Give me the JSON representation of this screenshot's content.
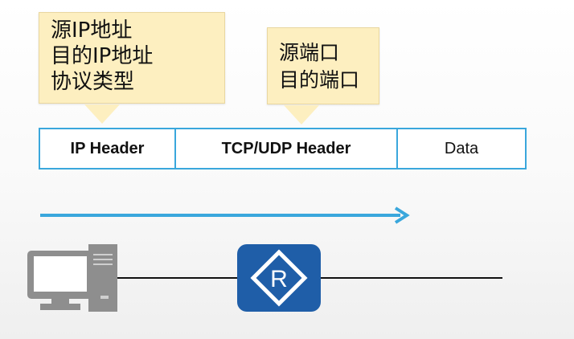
{
  "callouts": {
    "ip_fields": [
      "源IP地址",
      "目的IP地址",
      "协议类型"
    ],
    "port_fields": [
      "源端口",
      "目的端口"
    ]
  },
  "packet": {
    "ip_header": "IP Header",
    "tcp_udp_header": "TCP/UDP Header",
    "data": "Data"
  },
  "router": {
    "symbol": "R"
  },
  "colors": {
    "accent_blue": "#3aa7dc",
    "callout_fill": "#fdefc0",
    "router_blue": "#1f5ea8",
    "pc_gray": "#8e8e8e",
    "link_line": "#111111"
  },
  "icons": {
    "host": "pc-icon",
    "router": "router-icon",
    "direction": "arrow-right-icon"
  }
}
